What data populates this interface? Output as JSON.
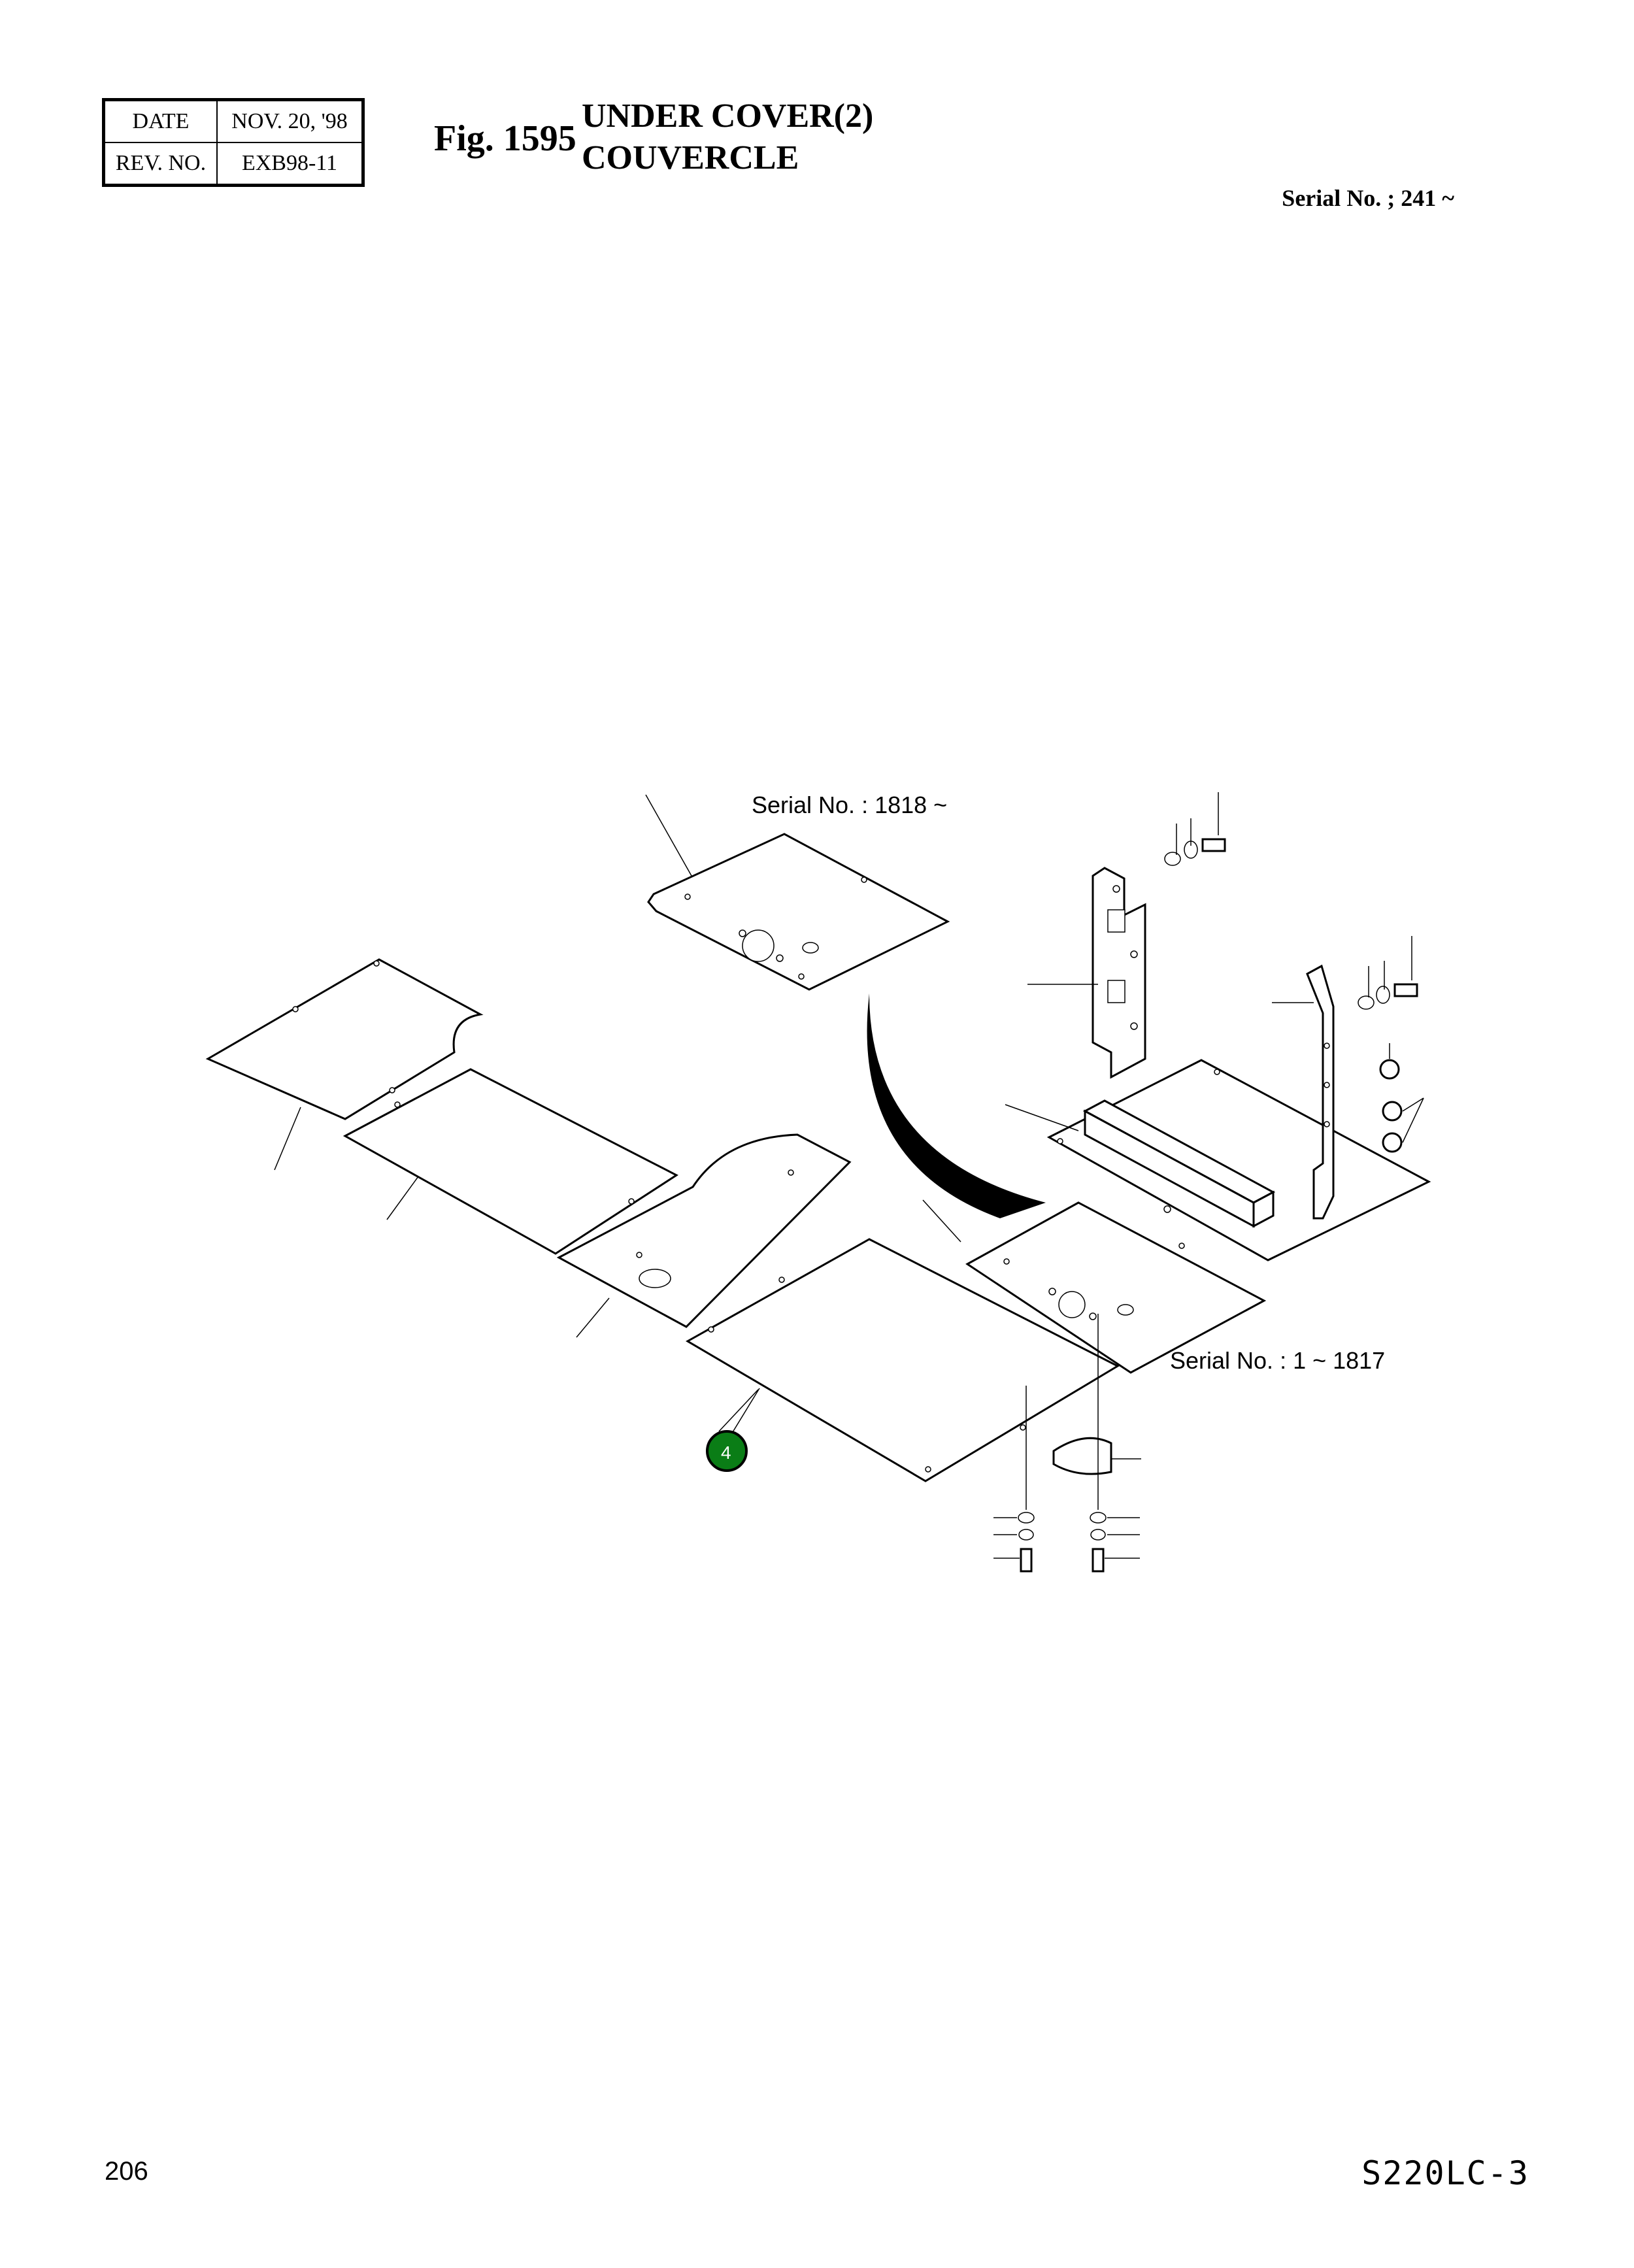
{
  "header": {
    "date_label": "DATE",
    "date_value": "NOV. 20, '98",
    "rev_label": "REV. NO.",
    "rev_value": "EXB98-11",
    "fig_label": "Fig. 1595",
    "title_en": "UNDER COVER(2)",
    "title_fr": "COUVERCLE",
    "serial_range": "Serial No. ; 241 ~"
  },
  "diagram": {
    "callout_serial_upper": "Serial No. : 1818 ~",
    "callout_serial_lower": "Serial No. : 1 ~ 1817",
    "marker_label": "4",
    "marker_color": "#0a7d16"
  },
  "footer": {
    "page_number": "206",
    "model_code": "S220LC-3"
  }
}
